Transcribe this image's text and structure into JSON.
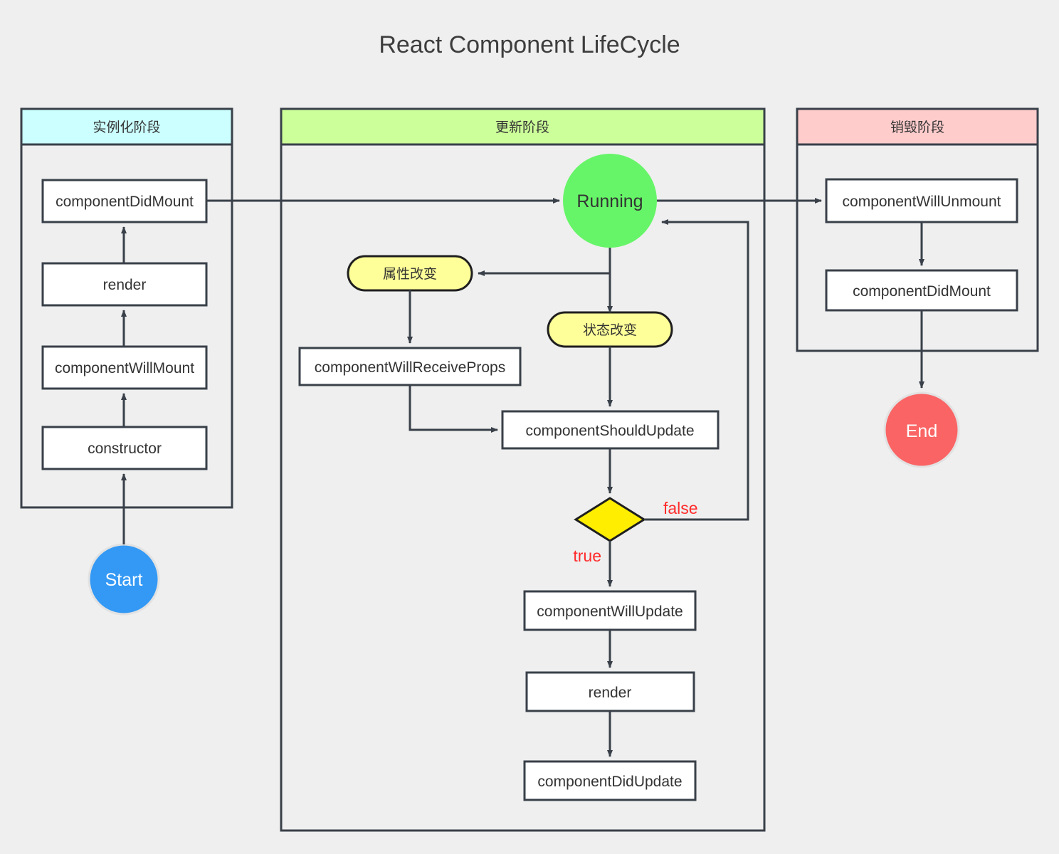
{
  "title": "React Component LifeCycle",
  "colors": {
    "background": "#efefef",
    "border": "#394049",
    "node_fill": "#ffffff",
    "lane_instantiate_header": "#ccffff",
    "lane_update_header": "#ccff99",
    "lane_destroy_header": "#ffcccc",
    "start_circle": "#3399f5",
    "end_circle": "#fa6464",
    "running_circle": "#66f568",
    "decision_yellow": "#ffee00",
    "event_yellow": "#ffff99",
    "label_red": "#ff2b2b",
    "text_dark": "#333333"
  },
  "lanes": [
    {
      "id": "instantiate",
      "title": "实例化阶段",
      "header_color": "#ccffff"
    },
    {
      "id": "update",
      "title": "更新阶段",
      "header_color": "#ccff99"
    },
    {
      "id": "destroy",
      "title": "销毁阶段",
      "header_color": "#ffcccc"
    }
  ],
  "nodes": {
    "start": {
      "label": "Start",
      "shape": "circle",
      "fill": "#3399f5"
    },
    "constructor": {
      "label": "constructor",
      "shape": "rect"
    },
    "component_will_mount": {
      "label": "componentWillMount",
      "shape": "rect"
    },
    "render_mount": {
      "label": "render",
      "shape": "rect"
    },
    "component_did_mount": {
      "label": "componentDidMount",
      "shape": "rect"
    },
    "running": {
      "label": "Running",
      "shape": "circle",
      "fill": "#66f568"
    },
    "props_change": {
      "label": "属性改变",
      "shape": "rounded",
      "fill": "#ffff99"
    },
    "state_change": {
      "label": "状态改变",
      "shape": "rounded",
      "fill": "#ffff99"
    },
    "component_will_receive_props": {
      "label": "componentWillReceiveProps",
      "shape": "rect"
    },
    "component_should_update": {
      "label": "componentShouldUpdate",
      "shape": "rect"
    },
    "decision": {
      "label": "",
      "shape": "diamond",
      "fill": "#ffee00"
    },
    "component_will_update": {
      "label": "componentWillUpdate",
      "shape": "rect"
    },
    "render_update": {
      "label": "render",
      "shape": "rect"
    },
    "component_did_update": {
      "label": "componentDidUpdate",
      "shape": "rect"
    },
    "component_will_unmount": {
      "label": "componentWillUnmount",
      "shape": "rect"
    },
    "component_did_mount_destroy": {
      "label": "componentDidMount",
      "shape": "rect"
    },
    "end": {
      "label": "End",
      "shape": "circle",
      "fill": "#fa6464"
    }
  },
  "edge_labels": {
    "decision_true": "true",
    "decision_false": "false"
  }
}
